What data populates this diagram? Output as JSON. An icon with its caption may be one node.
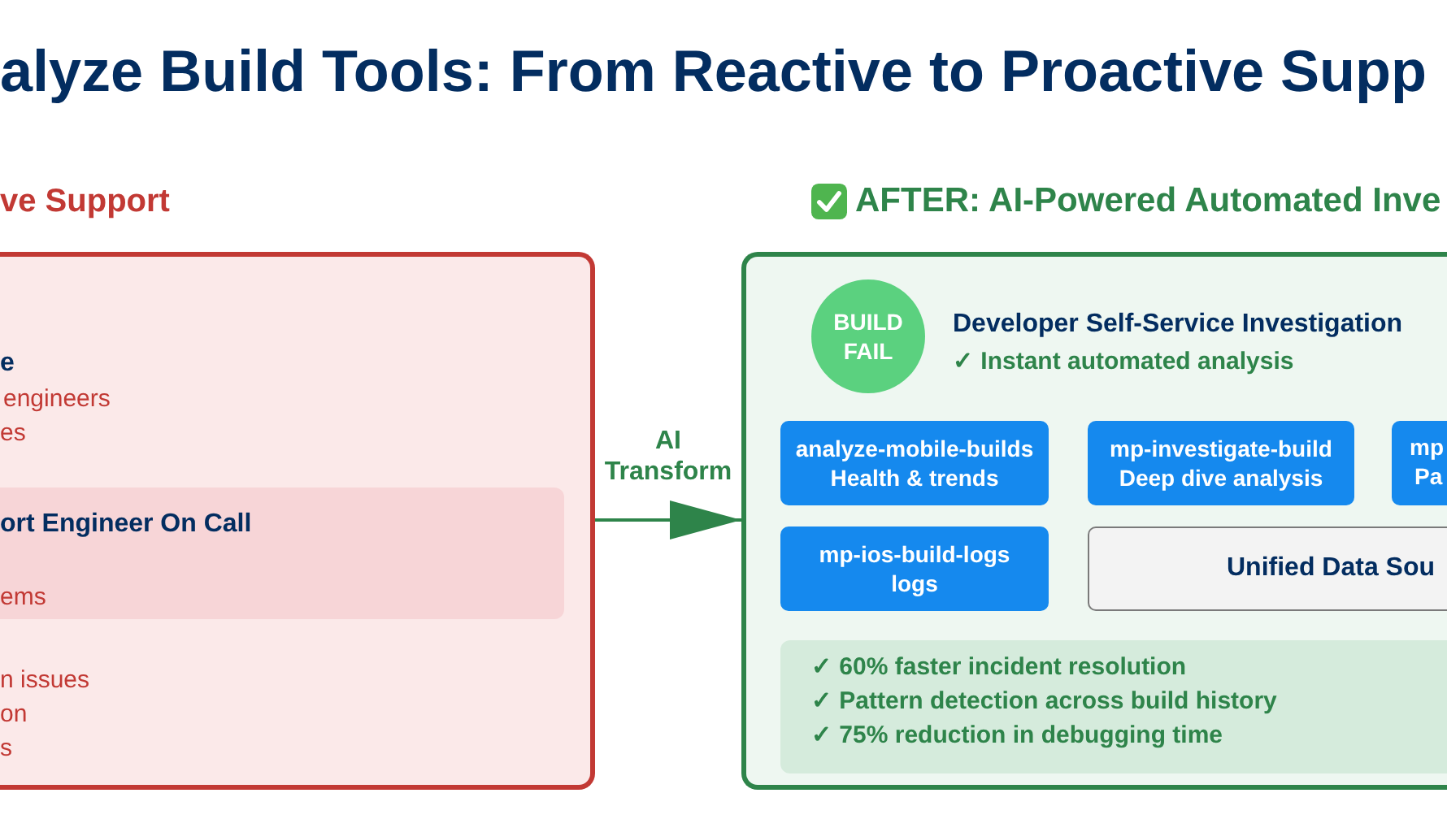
{
  "diagram": {
    "title": "alyze Build Tools: From Reactive to Proactive Supp",
    "nodes": [
      {
        "text": [
          "ve Support",
          "e",
          "engineers",
          "es",
          "n issues",
          "on",
          "s"
        ]
      },
      {
        "text": [
          "ort Engineer On Call",
          "ems"
        ],
        "in": 0
      },
      {
        "text": [
          "AFTER: AI-Powered Automated Inve",
          "Developer Self-Service Investigation",
          "✓ Instant automated analysis"
        ]
      },
      {
        "text": [
          "BUILD FAIL"
        ],
        "in": 2
      },
      {
        "text": [
          "analyze-mobile-builds",
          "Health & trends"
        ],
        "in": 2
      },
      {
        "text": [
          "mp-investigate-build",
          "Deep dive analysis"
        ],
        "in": 2
      },
      {
        "text": [
          "mp",
          "Pa"
        ],
        "in": 2
      },
      {
        "text": [
          "mp-ios-build-logs",
          "logs"
        ],
        "in": 2
      },
      {
        "text": [
          "Unified Data Sou"
        ],
        "in": 2
      },
      {
        "text": [
          "✓ 60% faster incident resolution",
          "✓ Pattern detection across build history",
          "✓ 75% reduction in debugging time"
        ],
        "in": 2
      }
    ],
    "edges": [
      {
        "from": 0,
        "to": 2,
        "arrow": "to",
        "label": "AI Transform"
      }
    ]
  }
}
